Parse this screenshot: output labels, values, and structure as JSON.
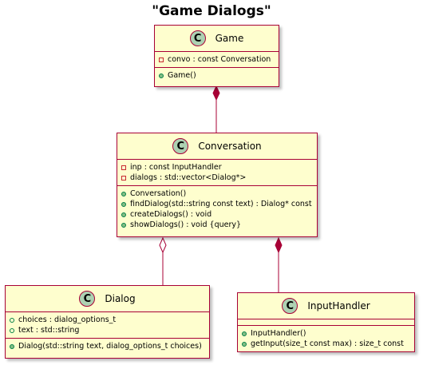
{
  "diagram": {
    "title": "\"Game Dialogs\"",
    "class_badge_letter": "C",
    "colors": {
      "fill": "#FEFECE",
      "border": "#A80036",
      "badge": "#ADD1B2"
    },
    "classes": {
      "game": {
        "name": "Game",
        "fields": [
          "convo : const Conversation"
        ],
        "methods": [
          "Game()"
        ]
      },
      "conversation": {
        "name": "Conversation",
        "fields": [
          "inp : const InputHandler",
          "dialogs : std::vector<Dialog*>"
        ],
        "methods": [
          "Conversation()",
          "findDialog(std::string const text) : Dialog* const",
          "createDialogs() : void",
          "showDialogs() : void {query}"
        ]
      },
      "dialog": {
        "name": "Dialog",
        "fields": [
          "choices : dialog_options_t",
          "text : std::string"
        ],
        "methods": [
          "Dialog(std::string text, dialog_options_t choices)"
        ]
      },
      "inputhandler": {
        "name": "InputHandler",
        "fields": [],
        "methods": [
          "InputHandler()",
          "getInput(size_t const max) : size_t const"
        ]
      }
    },
    "relations": [
      {
        "from": "Game",
        "to": "Conversation",
        "type": "composition"
      },
      {
        "from": "Conversation",
        "to": "Dialog",
        "type": "aggregation"
      },
      {
        "from": "Conversation",
        "to": "InputHandler",
        "type": "composition"
      }
    ]
  }
}
